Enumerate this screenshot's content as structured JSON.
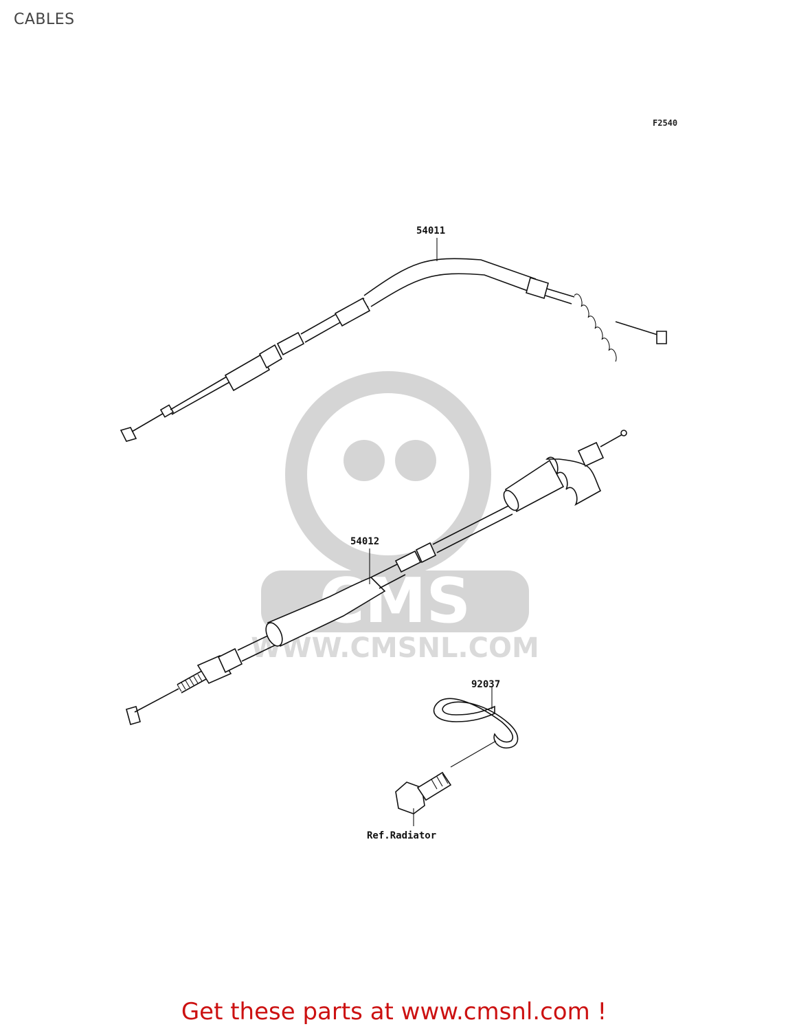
{
  "page": {
    "title": "CABLES",
    "figure_code": "F2540"
  },
  "parts": [
    {
      "number": "54011"
    },
    {
      "number": "54012"
    },
    {
      "number": "92037"
    }
  ],
  "reference_note": "Ref.Radiator",
  "watermark": {
    "brand": "CMS",
    "url": "WWW.CMSNL.COM"
  },
  "footer": {
    "link_text": "Get these parts at www.cmsnl.com !"
  }
}
